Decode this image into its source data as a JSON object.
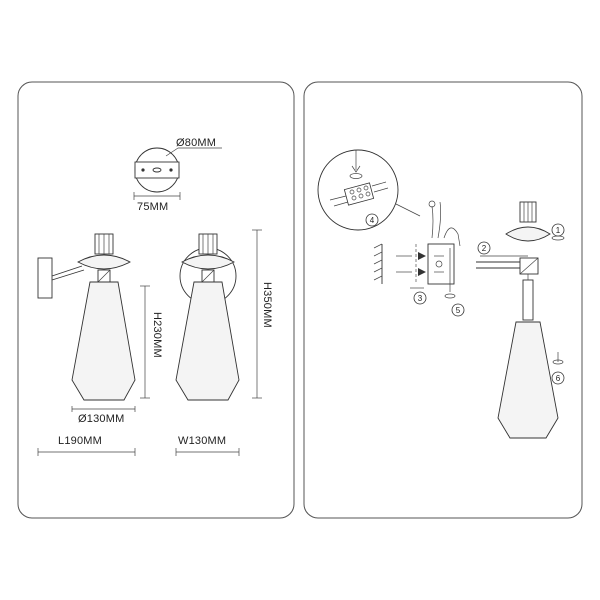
{
  "dimensions": {
    "base_diameter": "Ø80MM",
    "mount_spacing": "75MM",
    "shade_diameter": "Ø130MM",
    "shade_height": "H230MM",
    "total_height": "H350MM",
    "length": "L190MM",
    "width": "W130MM"
  },
  "steps": [
    "1",
    "2",
    "3",
    "4",
    "5",
    "6"
  ]
}
